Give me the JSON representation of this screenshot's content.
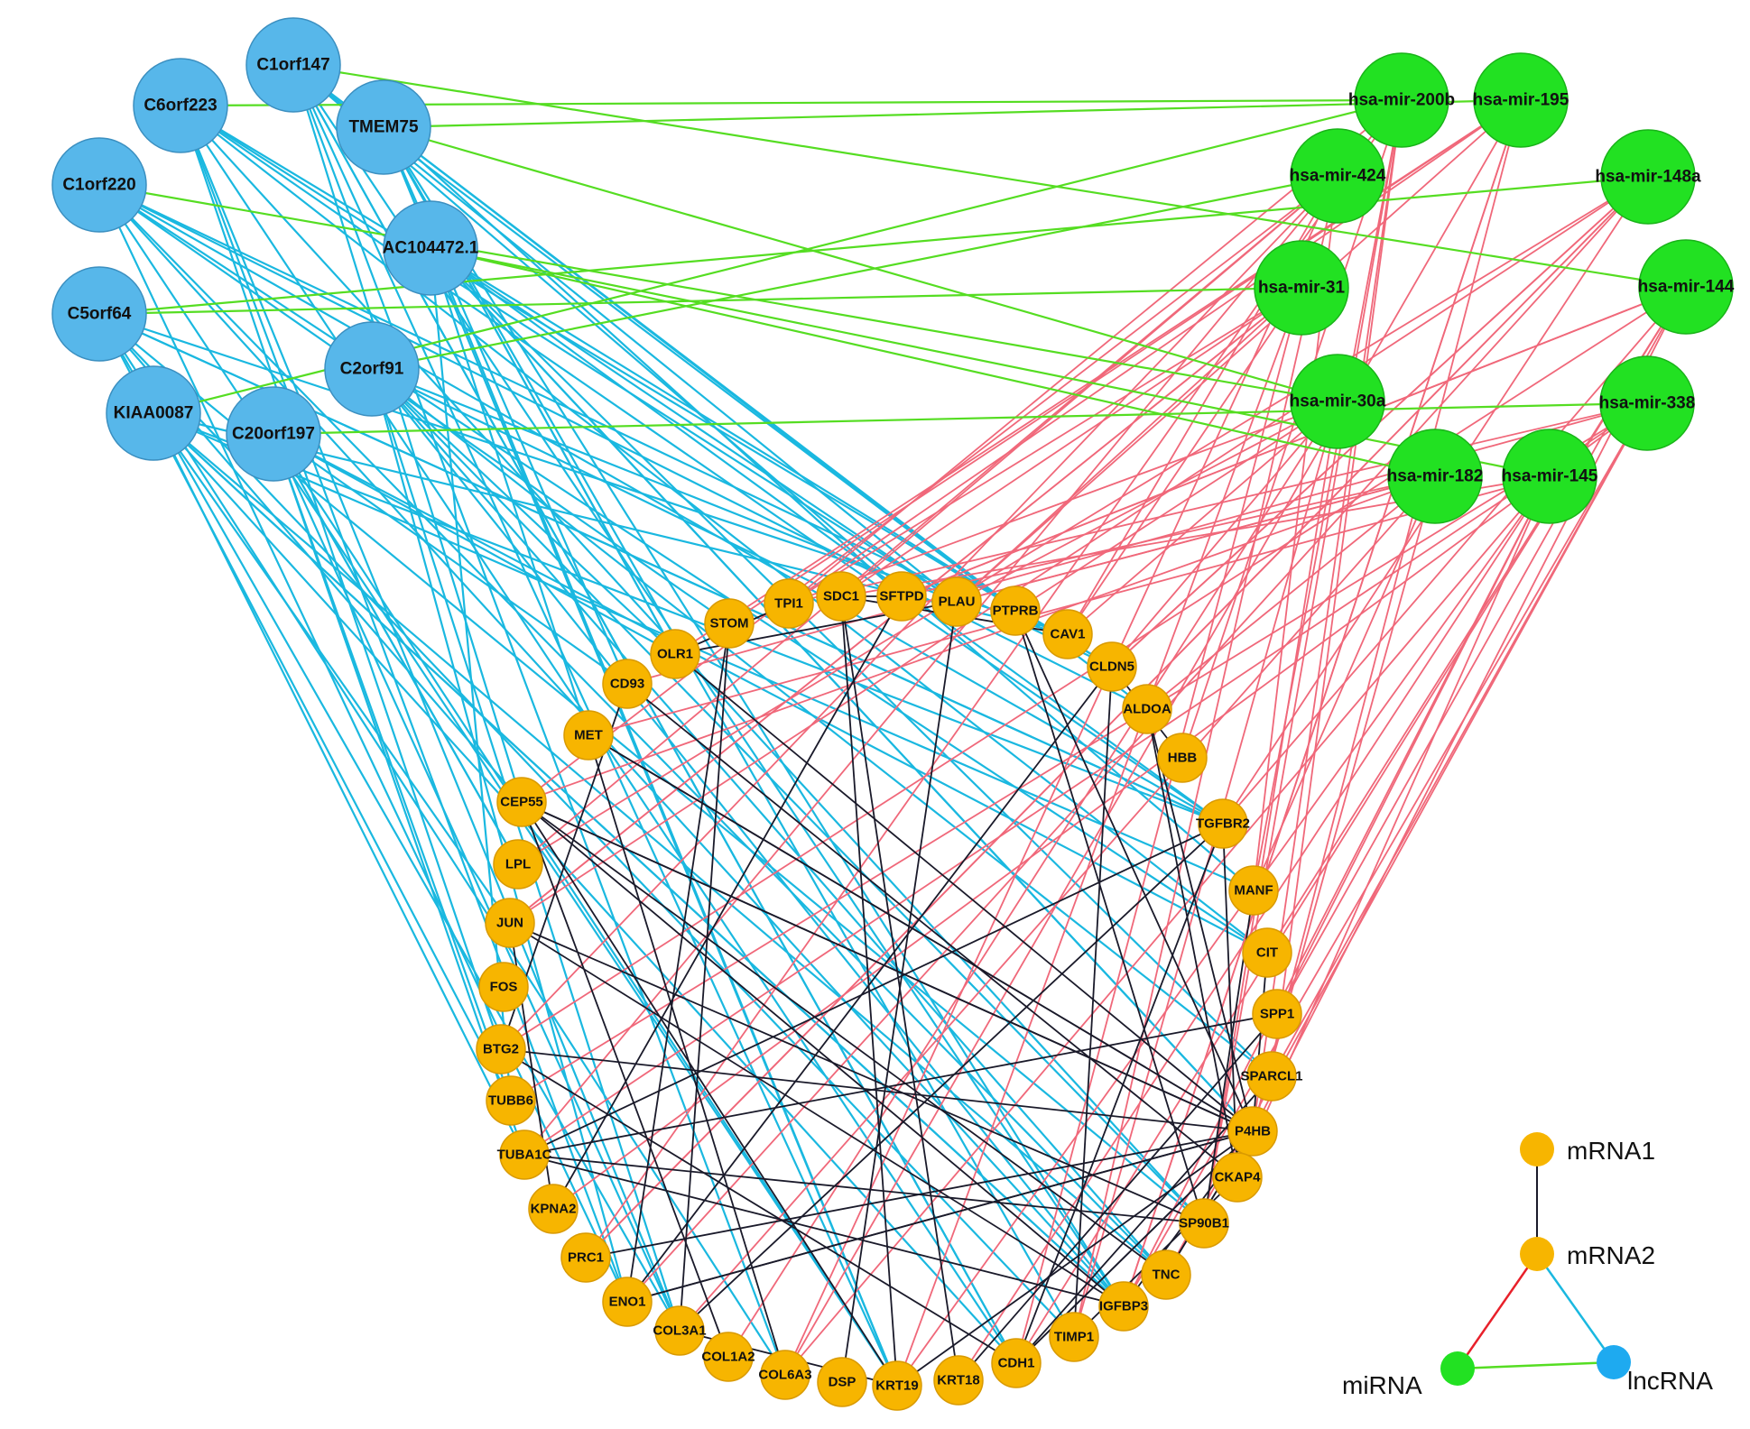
{
  "colors": {
    "lncRNA_node": "#57b7ea",
    "lncRNA_stroke": "#3b8fc0",
    "miRNA_node": "#22e122",
    "miRNA_stroke": "#19b319",
    "mRNA_node": "#f7b500",
    "mRNA_stroke": "#d99a00",
    "edge_lnc_mrna": "#1ab8e0",
    "edge_mir_mrna": "#f0687a",
    "edge_lnc_mir": "#55dd22",
    "edge_mrna_mrna": "#1a1a2a",
    "legend_mir_mrna": "#e8202a"
  },
  "lncRNAs": [
    "C1orf147",
    "C6orf223",
    "TMEM75",
    "C1orf220",
    "AC104472.1",
    "C5orf64",
    "C2orf91",
    "KIAA0087",
    "C20orf197"
  ],
  "miRNAs": [
    "hsa-mir-200b",
    "hsa-mir-195",
    "hsa-mir-424",
    "hsa-mir-148a",
    "hsa-mir-31",
    "hsa-mir-144",
    "hsa-mir-30a",
    "hsa-mir-338",
    "hsa-mir-182",
    "hsa-mir-145"
  ],
  "mRNAs": [
    "TPI1",
    "SDC1",
    "SFTPD",
    "PLAU",
    "PTPRB",
    "CAV1",
    "CLDN5",
    "ALDOA",
    "HBB",
    "TGFBR2",
    "MANF",
    "CIT",
    "SPP1",
    "SPARCL1",
    "P4HB",
    "CKAP4",
    "SP90B1",
    "TNC",
    "IGFBP3",
    "TIMP1",
    "CDH1",
    "KRT18",
    "KRT19",
    "DSP",
    "COL6A3",
    "COL1A2",
    "COL3A1",
    "ENO1",
    "PRC1",
    "KPNA2",
    "TUBA1C",
    "TUBB6",
    "BTG2",
    "FOS",
    "JUN",
    "LPL",
    "CEP55",
    "MET",
    "CD93",
    "OLR1",
    "STOM"
  ],
  "legend": {
    "mrna1": "mRNA1",
    "mrna2": "mRNA2",
    "mirna": "miRNA",
    "lncrna": "lncRNA"
  }
}
